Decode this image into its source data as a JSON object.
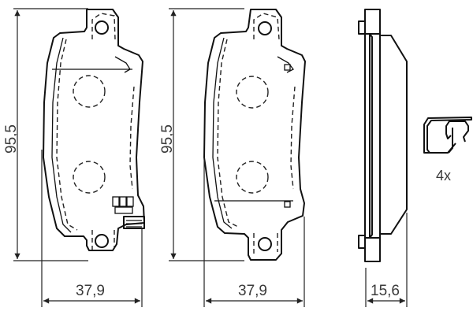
{
  "drawing": {
    "title": "Brake pad set technical drawing",
    "views": [
      {
        "id": "pad-1",
        "height_label": "95,5",
        "width_label": "37,9",
        "features": [
          "mounting-lug-top",
          "mounting-lug-bottom",
          "wear-indicator",
          "dashed-circles"
        ]
      },
      {
        "id": "pad-2",
        "height_label": "95,5",
        "width_label": "37,9",
        "features": [
          "mounting-lug-top",
          "mounting-lug-bottom",
          "dashed-circles"
        ]
      },
      {
        "id": "side-view",
        "thickness_label": "15,6"
      }
    ],
    "accessory": {
      "name": "retaining clip",
      "quantity_label": "4x"
    }
  }
}
